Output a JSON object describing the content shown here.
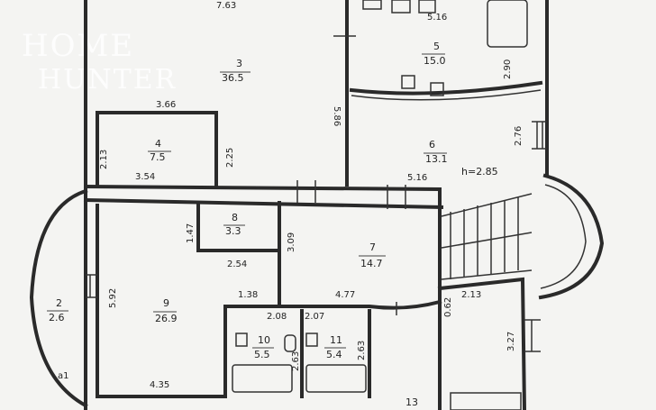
{
  "watermark": {
    "line1": "HOME",
    "line2": "HUNTER"
  },
  "rooms": [
    {
      "id": "3",
      "no": "3",
      "area": "36.5"
    },
    {
      "id": "4",
      "no": "4",
      "area": "7.5"
    },
    {
      "id": "5",
      "no": "5",
      "area": "15.0"
    },
    {
      "id": "6",
      "no": "6",
      "area": "13.1"
    },
    {
      "id": "2",
      "no": "2",
      "area": "2.6"
    },
    {
      "id": "8",
      "no": "8",
      "area": "3.3"
    },
    {
      "id": "7",
      "no": "7",
      "area": "14.7"
    },
    {
      "id": "9",
      "no": "9",
      "area": "26.9"
    },
    {
      "id": "10",
      "no": "10",
      "area": "5.5"
    },
    {
      "id": "11",
      "no": "11",
      "area": "5.4"
    },
    {
      "id": "13",
      "no": "13",
      "area": ""
    }
  ],
  "dims": {
    "d_7_63": "7.63",
    "d_5_16_top": "5.16",
    "d_3_66": "3.66",
    "d_5_86": "5.86",
    "d_2_90": "2.90",
    "d_2_13_left": "2.13",
    "d_2_25": "2.25",
    "d_3_54": "3.54",
    "d_2_76": "2.76",
    "d_5_16_mid": "5.16",
    "d_h": "h=2.85",
    "d_1_47": "1.47",
    "d_3_09": "3.09",
    "d_2_54": "2.54",
    "d_5_92": "5.92",
    "d_1_38": "1.38",
    "d_4_77": "4.77",
    "d_0_62": "0.62",
    "d_2_13_right": "2.13",
    "d_2_08": "2.08",
    "d_2_07": "2.07",
    "d_2_63_a": "2.63",
    "d_2_63_b": "2.63",
    "d_3_27": "3.27",
    "d_4_35": "4.35",
    "d_a1": "a1"
  }
}
